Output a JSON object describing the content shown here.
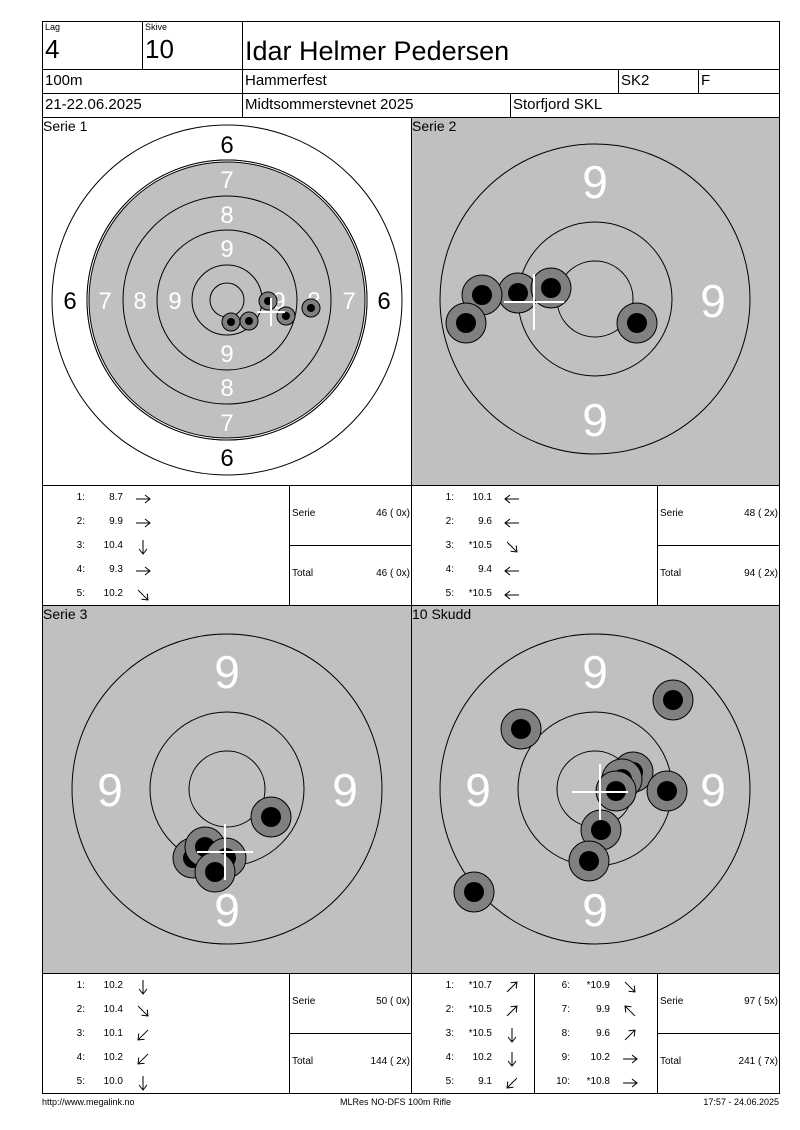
{
  "header": {
    "lag_label": "Lag",
    "lag_value": "4",
    "skive_label": "Skive",
    "skive_value": "10",
    "shooter_name": "Idar Helmer Pedersen",
    "distance": "100m",
    "club": "Hammerfest",
    "class": "SK2",
    "class_extra": "F",
    "date": "21-22.06.2025",
    "event": "Midtsommerstevnet 2025",
    "organizer": "Storfjord SKL"
  },
  "panels": {
    "serie1": {
      "title": "Serie 1"
    },
    "serie2": {
      "title": "Serie 2"
    },
    "serie3": {
      "title": "Serie 3"
    },
    "total": {
      "title": "10 Skudd"
    }
  },
  "target_labels": {
    "full_ring_numbers": [
      "6",
      "7",
      "8",
      "9"
    ],
    "zoom_ring_number": "9"
  },
  "serie1_shots": [
    {
      "n": "1:",
      "v": "8.7",
      "dir": "right"
    },
    {
      "n": "2:",
      "v": "9.9",
      "dir": "right"
    },
    {
      "n": "3:",
      "v": "10.4",
      "dir": "down"
    },
    {
      "n": "4:",
      "v": "9.3",
      "dir": "right"
    },
    {
      "n": "5:",
      "v": "10.2",
      "dir": "down-right"
    }
  ],
  "serie1_summary": {
    "serie_label": "Serie",
    "serie_value": "46 ( 0x)",
    "total_label": "Total",
    "total_value": "46 ( 0x)"
  },
  "serie2_shots": [
    {
      "n": "1:",
      "v": "10.1",
      "dir": "left"
    },
    {
      "n": "2:",
      "v": "9.6",
      "dir": "left"
    },
    {
      "n": "3:",
      "v": "*10.5",
      "dir": "down-right"
    },
    {
      "n": "4:",
      "v": "9.4",
      "dir": "left"
    },
    {
      "n": "5:",
      "v": "*10.5",
      "dir": "left"
    }
  ],
  "serie2_summary": {
    "serie_label": "Serie",
    "serie_value": "48 ( 2x)",
    "total_label": "Total",
    "total_value": "94 ( 2x)"
  },
  "serie3_shots": [
    {
      "n": "1:",
      "v": "10.2",
      "dir": "down"
    },
    {
      "n": "2:",
      "v": "10.4",
      "dir": "down-right"
    },
    {
      "n": "3:",
      "v": "10.1",
      "dir": "down-left"
    },
    {
      "n": "4:",
      "v": "10.2",
      "dir": "down-left"
    },
    {
      "n": "5:",
      "v": "10.0",
      "dir": "down"
    }
  ],
  "serie3_summary": {
    "serie_label": "Serie",
    "serie_value": "50 ( 0x)",
    "total_label": "Total",
    "total_value": "144 ( 2x)"
  },
  "total_shots_a": [
    {
      "n": "1:",
      "v": "*10.7",
      "dir": "up-right"
    },
    {
      "n": "2:",
      "v": "*10.5",
      "dir": "up-right"
    },
    {
      "n": "3:",
      "v": "*10.5",
      "dir": "down"
    },
    {
      "n": "4:",
      "v": "10.2",
      "dir": "down"
    },
    {
      "n": "5:",
      "v": "9.1",
      "dir": "down-left"
    }
  ],
  "total_shots_b": [
    {
      "n": "6:",
      "v": "*10.9",
      "dir": "down-right"
    },
    {
      "n": "7:",
      "v": "9.9",
      "dir": "up-left"
    },
    {
      "n": "8:",
      "v": "9.6",
      "dir": "up-right"
    },
    {
      "n": "9:",
      "v": "10.2",
      "dir": "right"
    },
    {
      "n": "10:",
      "v": "*10.8",
      "dir": "right"
    }
  ],
  "total_summary": {
    "serie_label": "Serie",
    "serie_value": "97 ( 5x)",
    "total_label": "Total",
    "total_value": "241 ( 7x)"
  },
  "footer": {
    "left": "http://www.megalink.no",
    "center": "MLRes NO-DFS 100m Rifle",
    "right": "17:57 - 24.06.2025"
  }
}
